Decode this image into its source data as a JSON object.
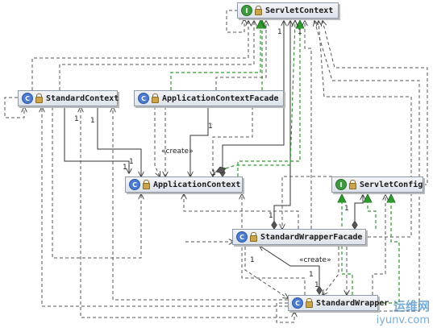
{
  "nodes": [
    {
      "id": "ServletContext",
      "kind": "interface",
      "badge": "I",
      "name": "ServletContext"
    },
    {
      "id": "StandardContext",
      "kind": "class",
      "badge": "C",
      "name": "StandardContext"
    },
    {
      "id": "ApplicationContextFacade",
      "kind": "class",
      "badge": "C",
      "name": "ApplicationContextFacade"
    },
    {
      "id": "ApplicationContext",
      "kind": "class",
      "badge": "C",
      "name": "ApplicationContext"
    },
    {
      "id": "ServletConfig",
      "kind": "interface",
      "badge": "I",
      "name": "ServletConfig"
    },
    {
      "id": "StandardWrapperFacade",
      "kind": "class",
      "badge": "C",
      "name": "StandardWrapperFacade"
    },
    {
      "id": "StandardWrapper",
      "kind": "class",
      "badge": "C",
      "name": "StandardWrapper"
    }
  ],
  "stereotype_labels": [
    "«create»",
    "«create»"
  ],
  "multiplicity": "1",
  "colors": {
    "dependency": "#555555",
    "realization": "#2e9a2e",
    "association": "#333333",
    "interface_badge": "#3f9a3f",
    "class_badge": "#4b7bd1"
  },
  "watermark": {
    "line1": "运维网",
    "line2": "iyunv.com"
  }
}
